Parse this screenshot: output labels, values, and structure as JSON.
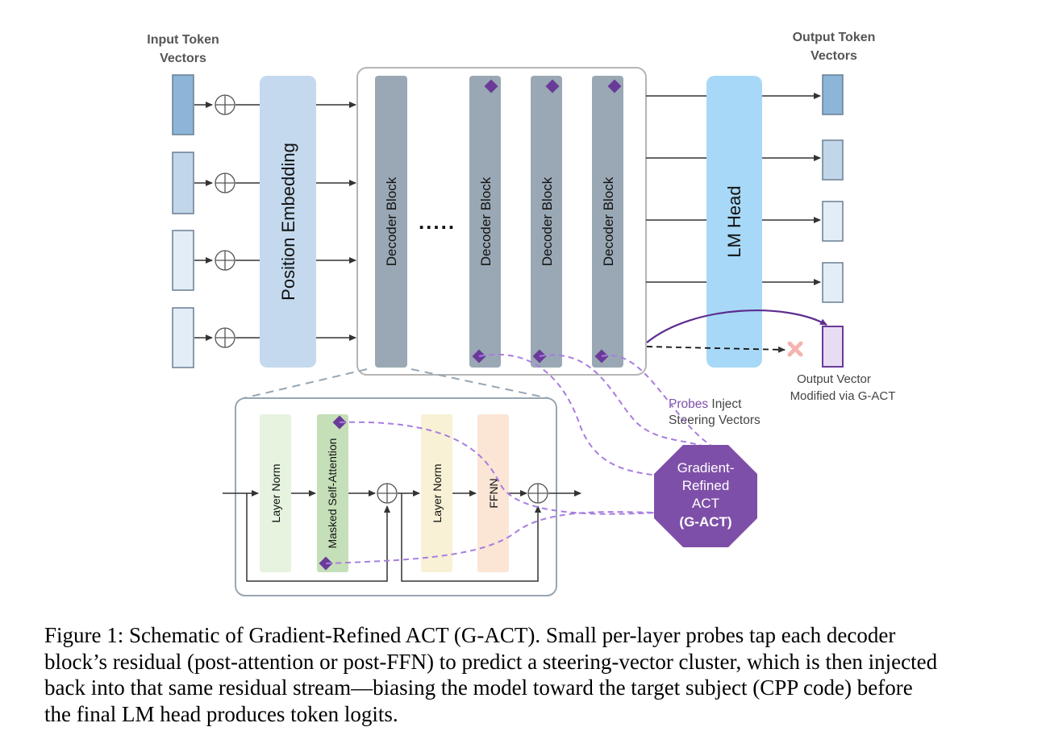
{
  "labels": {
    "input_title": [
      "Input Token",
      "Vectors"
    ],
    "output_title": [
      "Output Token",
      "Vectors"
    ],
    "position_embedding": "Position Embedding",
    "decoder_block": "Decoder Block",
    "ellipsis": ".....",
    "lm_head": "LM Head",
    "output_modified": [
      "Output Vector",
      "Modified via G-ACT"
    ],
    "probes_word": "Probes",
    "probes_rest": " Inject",
    "steering_vectors": "Steering Vectors",
    "gact": [
      "Gradient-",
      "Refined",
      "ACT",
      "(G-ACT)"
    ],
    "layer_norm": "Layer Norm",
    "masked_self_attention": "Masked Self-Attention",
    "ffnn": "FFNN"
  },
  "colors": {
    "input_token_1": "#8cb5d8",
    "input_token_2": "#c2d6ea",
    "input_token_3": "#e3edf7",
    "position_embedding": "#c4d9ed",
    "decoder_block": "#99a8b4",
    "lm_head": "#a8d8f7",
    "gact": "#7e4fa8",
    "probe_marker": "#6a3a99",
    "layer_norm_1": "#e6f3df",
    "masked_attention": "#c5dfb8",
    "layer_norm_2": "#f8f1d5",
    "ffnn": "#fbe5d5",
    "dropped_x": "#f5b4b0"
  },
  "caption": [
    "Figure 1: Schematic of Gradient-Refined ACT (G-ACT). Small per-layer probes tap each decoder",
    "block’s residual (post-attention or post-FFN) to predict a steering-vector cluster, which is then injected",
    "back into that same residual stream—biasing the model toward the target subject (CPP code) before",
    "the final LM head produces token logits."
  ]
}
